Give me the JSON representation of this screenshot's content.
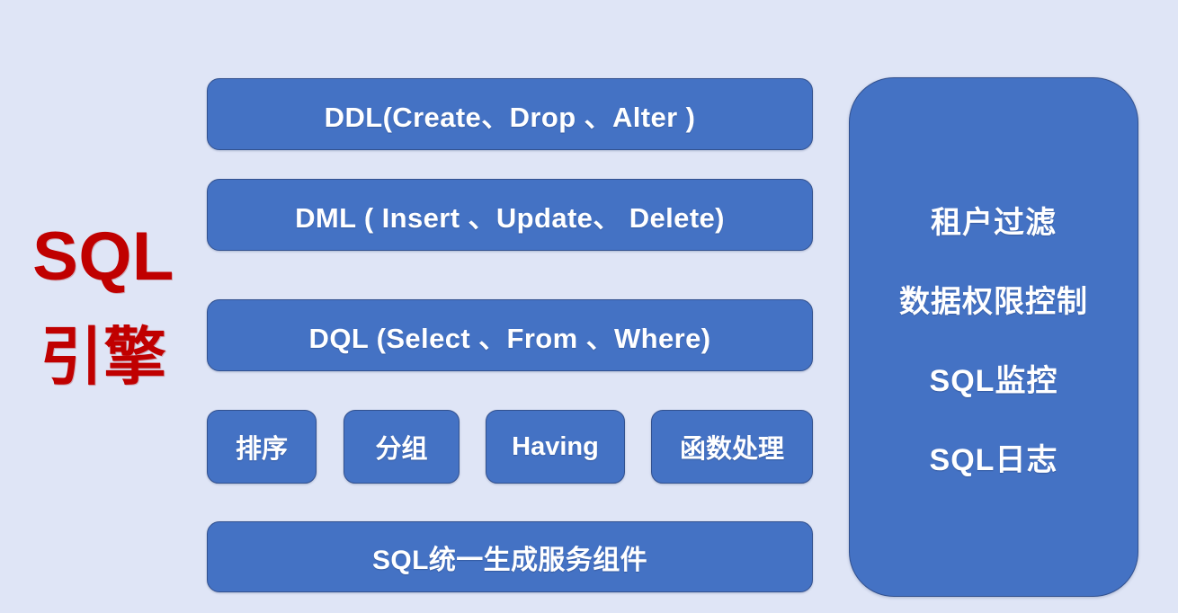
{
  "diagram": {
    "background_color": "#dfe5f6",
    "box_color": "#4472c4",
    "box_border_color": "#32518f",
    "label_color": "#c00000",
    "box_text_color": "#ffffff",
    "engine_label": {
      "line1": "SQL",
      "line2": "引擎"
    },
    "statement_rows": [
      {
        "id": "ddl",
        "label": "DDL(Create、Drop 、Alter )"
      },
      {
        "id": "dml",
        "label": "DML ( Insert 、Update、 Delete)"
      },
      {
        "id": "dql",
        "label": "DQL  (Select 、From 、Where)"
      }
    ],
    "clause_boxes": [
      {
        "id": "order",
        "label": "排序"
      },
      {
        "id": "group",
        "label": "分组"
      },
      {
        "id": "having",
        "label": "Having"
      },
      {
        "id": "function",
        "label": "函数处理"
      }
    ],
    "bottom_row": {
      "id": "generator",
      "label": "SQL统一生成服务组件"
    },
    "right_panel": {
      "features": [
        {
          "id": "tenant-filter",
          "label": "租户过滤"
        },
        {
          "id": "data-permission-control",
          "label": "数据权限控制"
        },
        {
          "id": "sql-monitor",
          "label": "SQL监控"
        },
        {
          "id": "sql-log",
          "label": "SQL日志"
        }
      ]
    }
  }
}
